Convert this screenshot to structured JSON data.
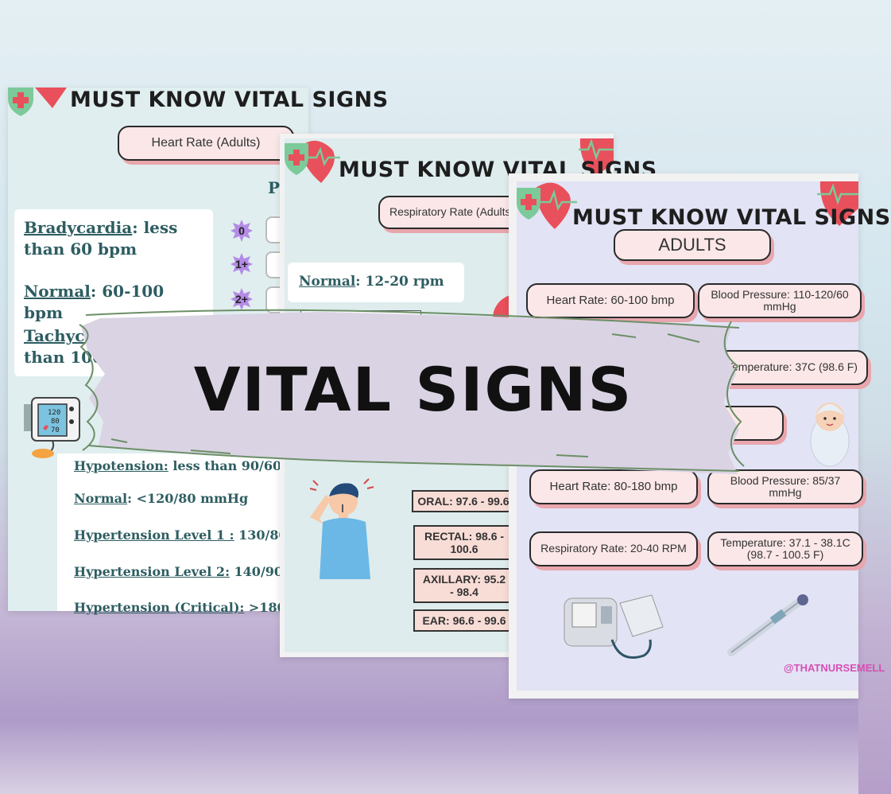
{
  "banner": {
    "text": "VITAL SIGNS"
  },
  "page1": {
    "title": "MUST KNOW VITAL SIGNS",
    "pill": "Heart Rate (Adults)",
    "side_letter": "P",
    "heart_rate": {
      "bradycardia_label": "Bradycardia",
      "bradycardia_text": ": less than 60 bpm",
      "normal_label": "Normal",
      "normal_text": ": 60-100 bpm",
      "tachycardia_label": "Tachycardia",
      "tachycardia_text": ": more than 100 bpm"
    },
    "badges": [
      "0",
      "1+",
      "2+"
    ],
    "bp_monitor": {
      "line1": "120",
      "line2": "80",
      "line3": "70"
    },
    "blood_pressure": {
      "hypotension_label": "Hypotension:",
      "hypotension_text": " less than 90/60",
      "normal_label": "Normal",
      "normal_text": ": <120/80 mmHg",
      "hyp1_label": "Hypertension Level 1 :",
      "hyp1_text": " 130/80",
      "hyp2_label": "Hypertension Level 2:",
      "hyp2_text": " 140/90",
      "crit_label": "Hypertension (Critical):",
      "crit_text": " >180"
    }
  },
  "page2": {
    "title": "MUST KNOW VITAL SIGNS",
    "pill": "Respiratory Rate (Adults)",
    "normal_label": "Normal",
    "normal_text": ": 12-20 rpm",
    "temps": {
      "oral": "ORAL: 97.6 - 99.6",
      "rectal": "RECTAL: 98.6 - 100.6",
      "axillary": "AXILLARY: 95.2 - 98.4",
      "ear": "EAR: 96.6 - 99.6"
    }
  },
  "page3": {
    "title": "MUST KNOW VITAL SIGNS",
    "adults_pill": "ADULTS",
    "adult_hr": "Heart Rate:  60-100 bmp",
    "adult_bp": "Blood Pressure: 110-120/60 mmHg",
    "adult_temp": "Temperature: 37C (98.6 F)",
    "infant_hr": "Heart Rate:  80-180 bmp",
    "infant_bp": "Blood Pressure: 85/37 mmHg",
    "infant_rr": "Respiratory Rate: 20-40 RPM",
    "infant_temp": "Temperature: 37.1 - 38.1C (98.7 - 100.5 F)",
    "handle": "@THATNURSEMELL"
  },
  "colors": {
    "accent_red": "#e8505b",
    "pill_bg": "#fbe7e8",
    "pill_shadow": "#e9a7ad",
    "banner": "#d9d3e4",
    "teal_text": "#2e5d61"
  },
  "icons": [
    "shield-cross-icon",
    "heart-pulse-icon",
    "bp-monitor-icon",
    "thermometer-icon",
    "sick-boy-illustration",
    "baby-illustration"
  ]
}
